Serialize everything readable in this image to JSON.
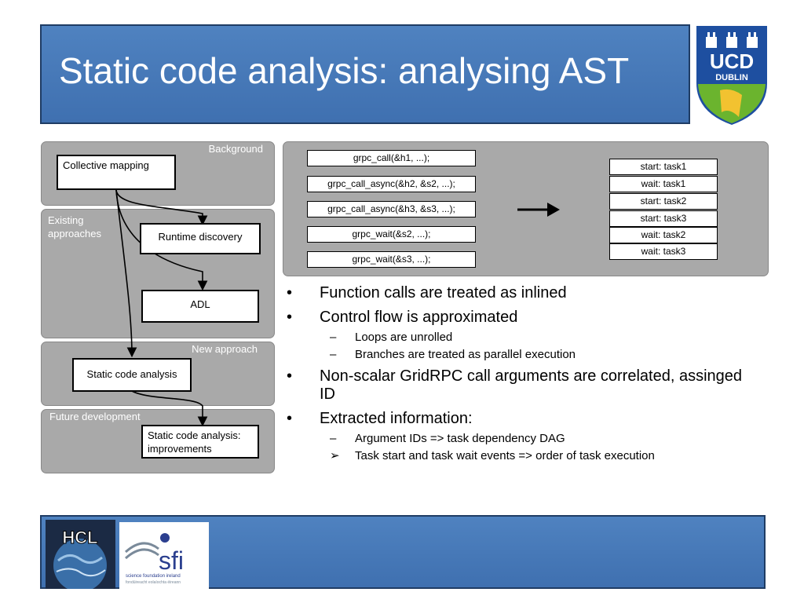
{
  "slide": {
    "title": "Static code analysis: analysing AST",
    "ucd_logo_text": "UCD",
    "ucd_logo_sub": "DUBLIN"
  },
  "diagram": {
    "sections": [
      {
        "label": "Background"
      },
      {
        "label": "Existing\napproaches"
      },
      {
        "label": "New approach"
      },
      {
        "label": "Future development"
      }
    ],
    "boxes": {
      "collective": "Collective mapping",
      "runtime": "Runtime discovery",
      "adl": "ADL",
      "static": "Static code analysis",
      "improvements": "Static code analysis:\nimprovements"
    }
  },
  "code_example": {
    "calls": [
      "grpc_call(&h1, ...);",
      "grpc_call_async(&h2, &s2, ...);",
      "grpc_call_async(&h3, &s3, ...);",
      "grpc_wait(&s2, ...);",
      "grpc_wait(&s3, ...);"
    ],
    "tasks": [
      "start: task1",
      "wait: task1",
      "start: task2",
      "start: task3",
      "wait: task2",
      "wait: task3"
    ]
  },
  "bullets": {
    "b1": "Function calls are treated as inlined",
    "b2": "Control flow is approximated",
    "b2_1": "Loops are unrolled",
    "b2_2": "Branches are treated as parallel execution",
    "b3": "Non-scalar GridRPC call arguments are correlated, assinged ID",
    "b4": "Extracted information:",
    "b4_1": "Argument IDs => task dependency DAG",
    "b4_2": "Task start and task wait events => order of task execution",
    "bullet_glyph": "•",
    "dash_glyph": "–",
    "arrow_glyph": "➢"
  },
  "footer": {
    "hcl_text": "HCL",
    "sfi_text": "sfi",
    "sfi_sub1": "science foundation ireland",
    "sfi_sub2": "fondúireacht eolaíochta éireann"
  },
  "colors": {
    "title_bar": "#4f82c0",
    "panel_gray": "#a9a9a9",
    "ucd_blue": "#1e4fa0",
    "ucd_green": "#6bb42e"
  }
}
